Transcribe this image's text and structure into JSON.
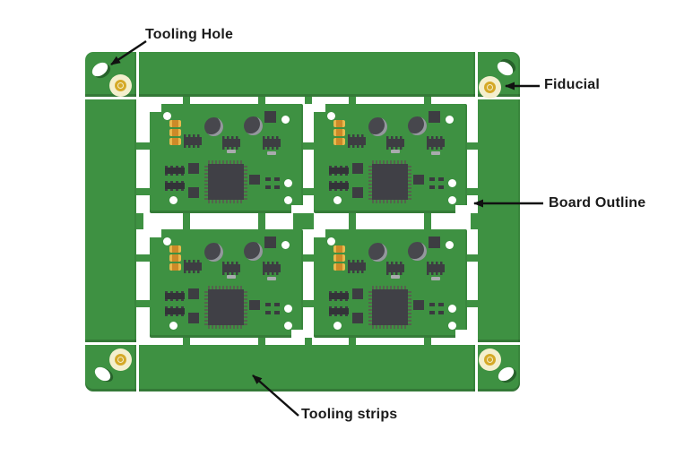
{
  "annotations": {
    "tooling_hole": "Tooling Hole",
    "fiducial": "Fiducial",
    "board_outline": "Board Outline",
    "tooling_strips": "Tooling strips"
  },
  "panel": {
    "board_count": 4,
    "fiducial_count": 4,
    "tooling_hole_count": 4
  },
  "colors": {
    "background": "#ffffff",
    "pcb_green": "#3e9142",
    "pcb_green_shadow": "#2e7d32",
    "fiducial_gold": "#d5a928",
    "fiducial_cream": "#f4efcd",
    "capacitor_yellow": "#e8b84d",
    "capacitor_orange": "#cd8a28",
    "component_dark": "#3d3d42",
    "component_gray": "#a9abae",
    "annotation_text": "#1b1b1b"
  }
}
